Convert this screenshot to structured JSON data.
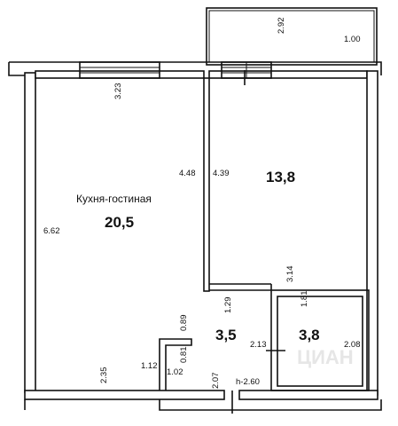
{
  "rooms": [
    {
      "name": "Кухня-гостиная",
      "area": "20,5"
    },
    {
      "name": "",
      "area": "13,8"
    },
    {
      "name": "",
      "area": "3,5"
    },
    {
      "name": "",
      "area": "3,8"
    }
  ],
  "dimensions": {
    "balcony_len": "2.92",
    "balcony_depth": "1.00",
    "kitchen_top": "3.23",
    "kitchen_right": "4.48",
    "kitchen_left": "6.62",
    "kitchen_bottom": "2.35",
    "bedroom_left": "4.39",
    "bedroom_bottom": "3.14",
    "corridor_left_top": "0.89",
    "corridor_gap": "1.29",
    "niche_h": "1.12",
    "niche_w": "0.81",
    "niche_bottom": "1.02",
    "hall_bottom": "2.07",
    "hall_right": "2.13",
    "bath_top": "1.81",
    "bath_right": "2.08",
    "ceiling": "h-2.60"
  }
}
